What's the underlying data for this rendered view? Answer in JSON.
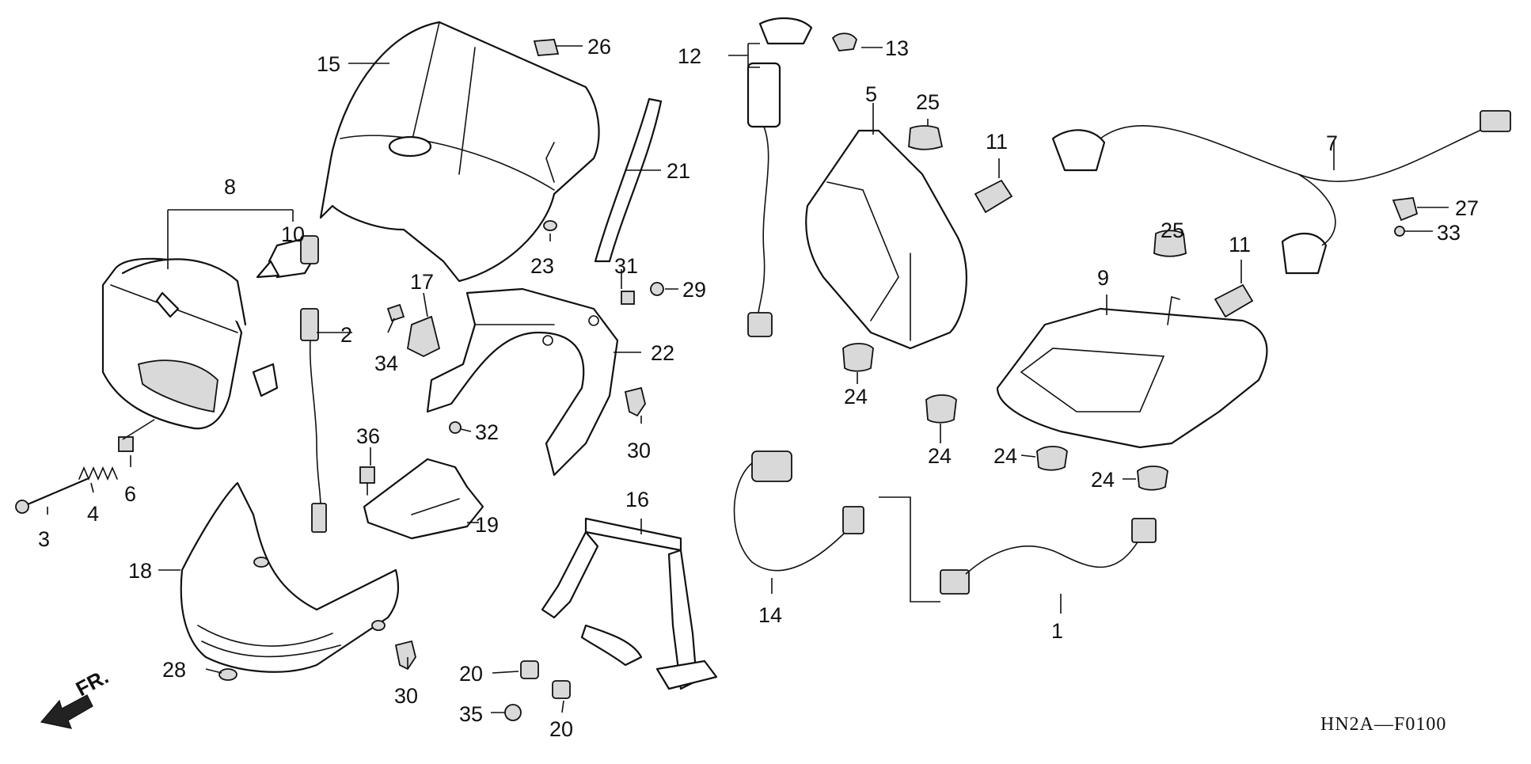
{
  "diagram": {
    "code": "HN2A—F0100",
    "front_label": "FR.",
    "callouts": [
      "1",
      "2",
      "3",
      "4",
      "5",
      "6",
      "7",
      "8",
      "9",
      "10",
      "11",
      "11",
      "12",
      "13",
      "14",
      "15",
      "16",
      "17",
      "18",
      "19",
      "20",
      "20",
      "21",
      "22",
      "23",
      "24",
      "24",
      "24",
      "24",
      "25",
      "25",
      "26",
      "27",
      "28",
      "29",
      "30",
      "30",
      "31",
      "32",
      "33",
      "34",
      "35",
      "36"
    ]
  }
}
